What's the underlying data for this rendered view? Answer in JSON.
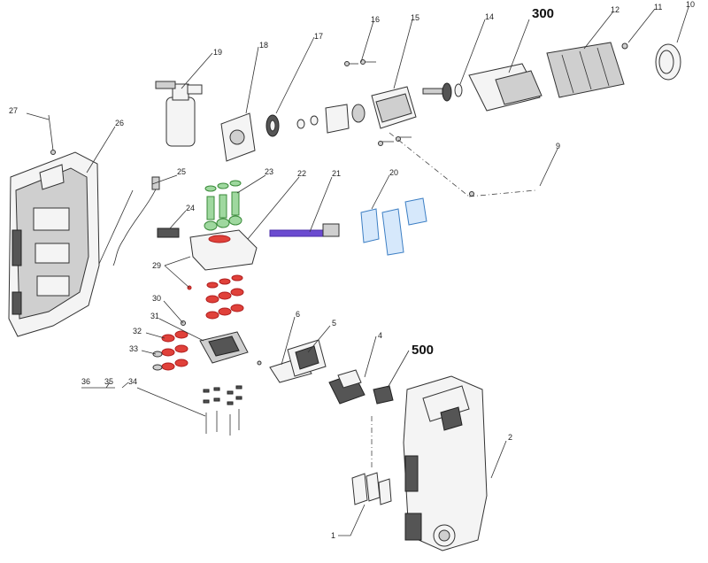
{
  "callouts": {
    "c1": "1",
    "c2": "2",
    "c4": "4",
    "c5": "5",
    "c6": "6",
    "c9": "9",
    "c10": "10",
    "c11": "11",
    "c12": "12",
    "c14": "14",
    "c15": "15",
    "c16": "16",
    "c17": "17",
    "c18": "18",
    "c19": "19",
    "c20": "20",
    "c21": "21",
    "c22": "22",
    "c23": "23",
    "c24": "24",
    "c25": "25",
    "c26": "26",
    "c27": "27",
    "c29": "29",
    "c30": "30",
    "c31": "31",
    "c32": "32",
    "c33": "33",
    "c34": "34",
    "c35": "35",
    "c36": "36",
    "c300": "300",
    "c500": "500"
  },
  "colors": {
    "green_parts": "#9fd89f",
    "red_parts": "#e0413a",
    "blue_parts": "#d6e8fb",
    "purple_parts": "#6b4bd0"
  }
}
